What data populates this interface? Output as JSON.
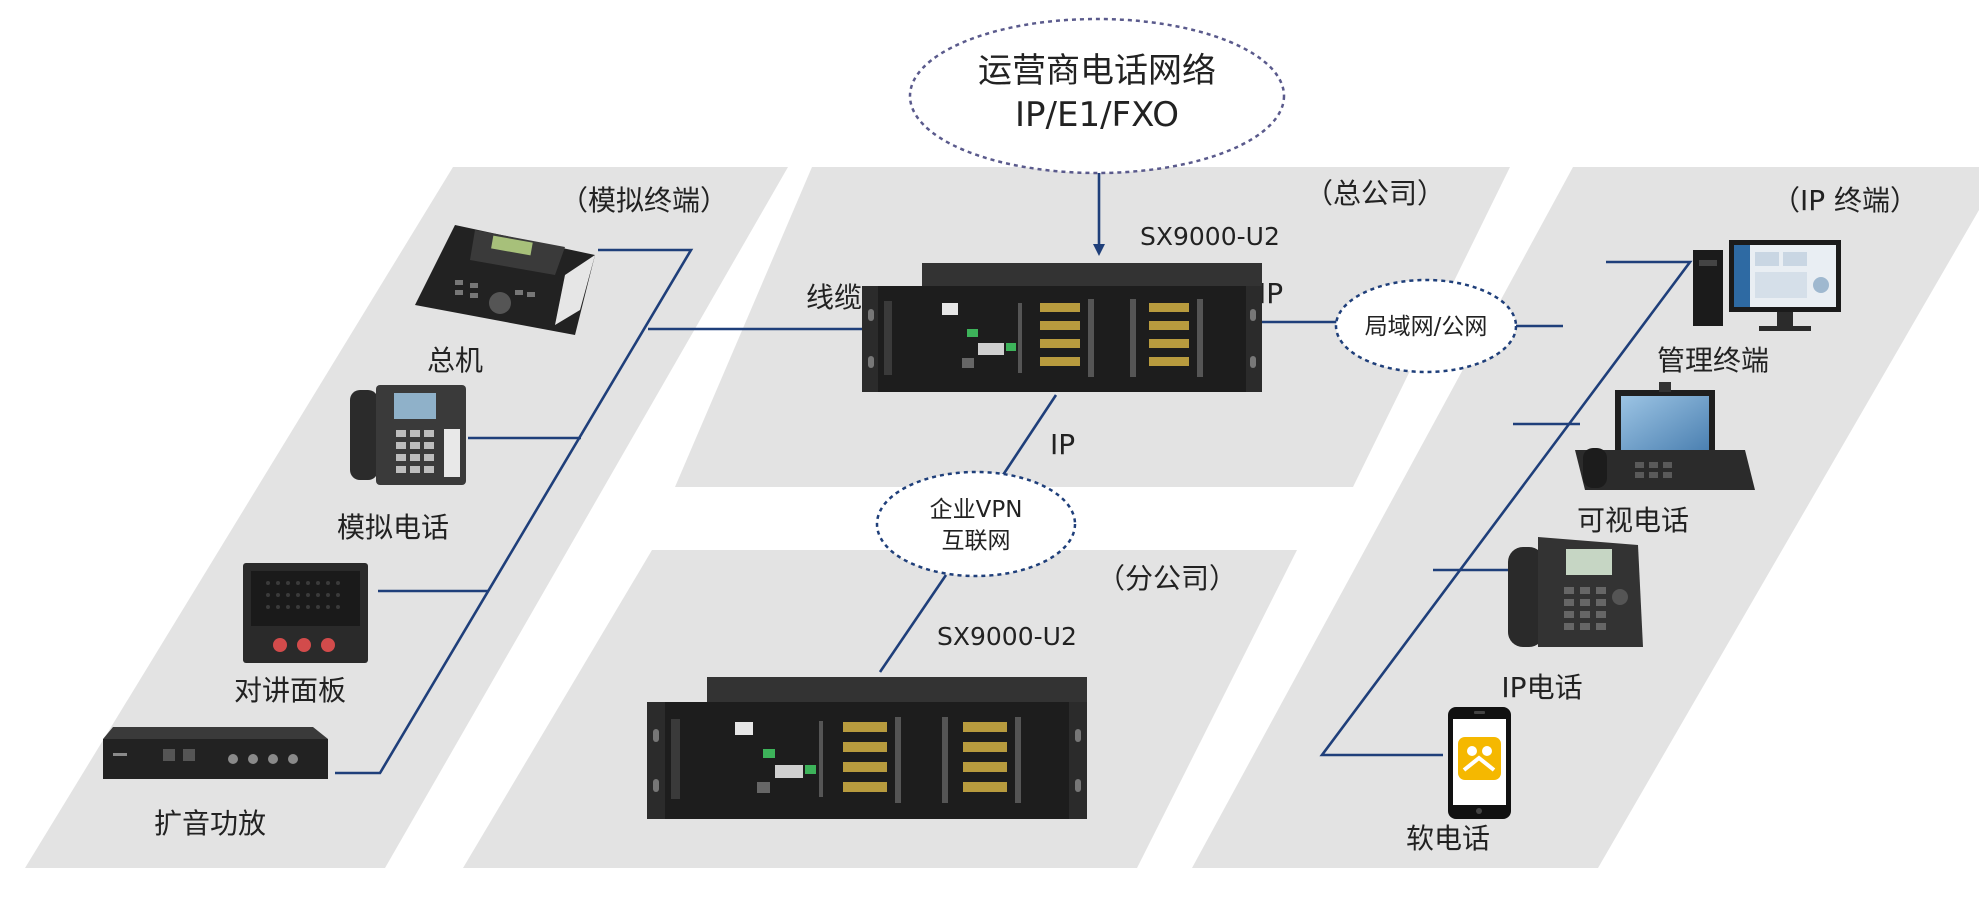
{
  "carrier_cloud": {
    "line1": "运营商电话网络",
    "line2": "IP/E1/FXO"
  },
  "lan_cloud": {
    "label": "局域网/公网"
  },
  "vpn_cloud": {
    "line1": "企业VPN",
    "line2": "互联网"
  },
  "panels": {
    "analog": {
      "title": "（模拟终端）"
    },
    "hq": {
      "title": "（总公司）",
      "device": "SX9000-U2"
    },
    "branch": {
      "title": "（分公司）",
      "device": "SX9000-U2"
    },
    "ip": {
      "title": "（IP 终端）"
    }
  },
  "link_labels": {
    "cable": "线缆",
    "ip_right": "IP",
    "ip_down": "IP"
  },
  "analog_devices": [
    {
      "label": "总机",
      "icon": "pbx-console-phone-icon"
    },
    {
      "label": "模拟电话",
      "icon": "analog-phone-icon"
    },
    {
      "label": "对讲面板",
      "icon": "intercom-panel-icon"
    },
    {
      "label": "扩音功放",
      "icon": "amplifier-icon"
    }
  ],
  "ip_devices": [
    {
      "label": "管理终端",
      "icon": "management-pc-icon"
    },
    {
      "label": "可视电话",
      "icon": "video-phone-icon"
    },
    {
      "label": "IP电话",
      "icon": "ip-phone-icon"
    },
    {
      "label": "软电话",
      "icon": "softphone-mobile-icon"
    }
  ],
  "colors": {
    "panel": "#e3e3e3",
    "link": "#1f3f7a",
    "cloud_border": "#5a5a8c",
    "device_body": "#1d1d1d",
    "port_gold": "#b89b3e",
    "softphone_yellow": "#f5b800"
  }
}
